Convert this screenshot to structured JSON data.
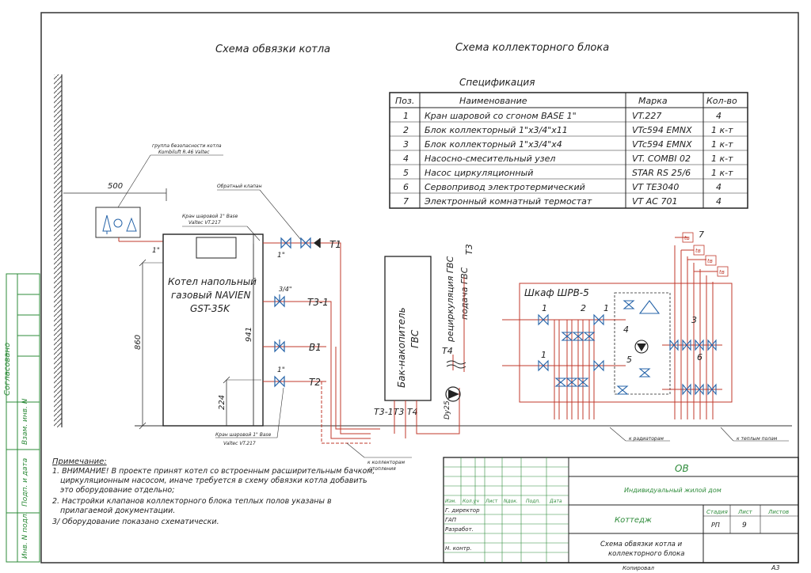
{
  "titles": {
    "boiler": "Схема обвязки котла",
    "manifold": "Схема коллекторного блока"
  },
  "spec": {
    "title": "Спецификация",
    "headers": [
      "Поз.",
      "Наименование",
      "Марка",
      "Кол-во"
    ],
    "rows": [
      [
        "1",
        "Кран шаровой со сгоном BASE 1\"",
        "VT.227",
        "4"
      ],
      [
        "2",
        "Блок коллекторный 1\"x3/4\"x11",
        "VTc594 EMNX",
        "1 к-т"
      ],
      [
        "3",
        "Блок коллекторный 1\"x3/4\"x4",
        "VTc594 EMNX",
        "1 к-т"
      ],
      [
        "4",
        "Насосно-смесительный узел",
        "VT. COMBI 02",
        "1 к-т"
      ],
      [
        "5",
        "Насос циркуляционный",
        "STAR RS 25/6",
        "1 к-т"
      ],
      [
        "6",
        "Сервопривод электротермический",
        "VT TE3040",
        "4"
      ],
      [
        "7",
        "Электронный комнатный термостат",
        "VT AC 701",
        "4"
      ]
    ]
  },
  "boiler": {
    "safety_group_l1": "группа безопасности котла",
    "safety_group_l2": "Kombiluft R.46 Valtec",
    "check_valve": "Обратный клапан",
    "ball_valve_top_l1": "Кран шаровой 1\" Base",
    "ball_valve_top_l2": "Valtec VT.217",
    "ball_valve_bottom_l1": "Кран шаровой 1\" Base",
    "ball_valve_bottom_l2": "Valtec VT.217",
    "dim_500": "500",
    "dim_860": "860",
    "dim_941": "941",
    "dim_224": "224",
    "pipe_1in_a": "1\"",
    "pipe_1in_b": "1\"",
    "pipe_1in_c": "1\"",
    "pipe_3_4": "3/4\"",
    "boiler_l1": "Котел напольный",
    "boiler_l2": "газовый NAVIEN",
    "boiler_l3": "GST-35K",
    "T1": "T1",
    "T31": "T3-1",
    "B1": "B1",
    "T2": "T2",
    "to_collector_l1": "к коллекторам",
    "to_collector_l2": "отопления"
  },
  "tank": {
    "label_l1": "Бак-накопитель",
    "label_l2": "ГВС",
    "recirc": "рециркуляция ГВС",
    "supply": "подача ГВС",
    "T3": "T3",
    "T4": "T4",
    "bottom": "T3-1T3  T4",
    "pump_dn": "Dy25"
  },
  "manifold": {
    "cabinet": "Шкаф ШРВ-5",
    "tv": "tв",
    "to_radiators": "к радиаторам",
    "to_floor": "к теплым полам",
    "pos": [
      "1",
      "2",
      "1",
      "1",
      "4",
      "5",
      "3",
      "6",
      "7"
    ]
  },
  "notes": {
    "title": "Примечание:",
    "lines": [
      "1. ВНИМАНИЕ! В проекте принят котел со встроенным расширительным бачком,",
      "циркуляционным насосом, иначе требуется  в схему обвязки котла добавить",
      "это оборудование отдельно;",
      "2. Настройки клапанов коллекторного блока теплых полов  указаны в",
      "прилагаемой документации.",
      "3/ Оборудование показано схематически."
    ]
  },
  "side": {
    "agreed": "Согласовано",
    "inv_no": "Взам. инв. N",
    "sign_date": "Подп. и дата",
    "inv_orig": "Инв. N подл."
  },
  "stamp": {
    "code": "ОВ",
    "object": "Индивидуальный жилой дом",
    "cols": [
      "Изм.",
      "Кол.уч",
      "Лист",
      "Nдок.",
      "Подп.",
      "Дата"
    ],
    "roles": [
      "Г. директор",
      "ГАП",
      "Разработ.",
      "",
      "Н. контр."
    ],
    "building": "Коттедж",
    "stage_h": "Стадия",
    "sheet_h": "Лист",
    "sheets_h": "Листов",
    "stage": "РП",
    "sheet": "9",
    "sheets": "",
    "title_l1": "Схема обвязки котла и",
    "title_l2": "коллекторного блока",
    "copied": "Копировал",
    "format": "А3"
  }
}
